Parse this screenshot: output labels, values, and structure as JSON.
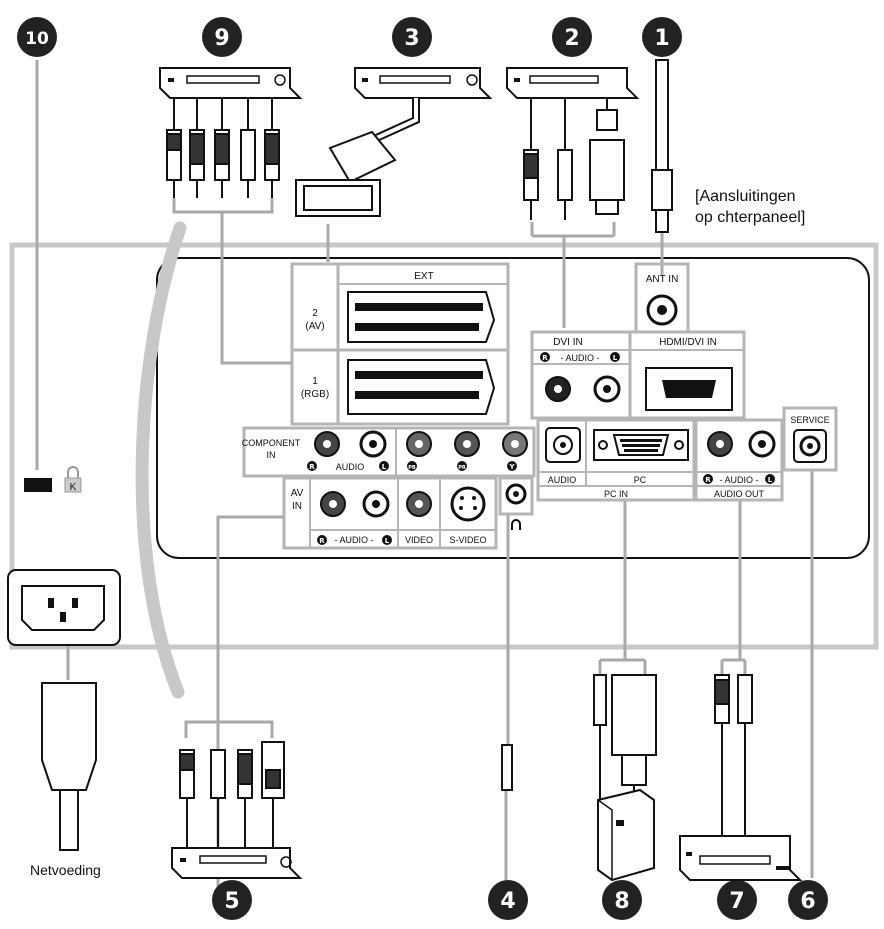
{
  "callouts": [
    "1",
    "2",
    "3",
    "4",
    "5",
    "6",
    "7",
    "8",
    "9",
    "10"
  ],
  "note": {
    "line1": "[Aansluitingen",
    "line2": "op chterpaneel]"
  },
  "power_label": "Netvoeding",
  "panel": {
    "ext": "EXT",
    "scart2": {
      "top": "2",
      "bottom": "(AV)"
    },
    "scart1": {
      "top": "1",
      "bottom": "(RGB)"
    },
    "ant_in": "ANT IN",
    "dvi_in": "DVI IN",
    "dvi_audio": "- AUDIO -",
    "hdmi_dvi_in": "HDMI/DVI IN",
    "component_in": {
      "line1": "COMPONENT",
      "line2": "IN"
    },
    "component_audio": "AUDIO",
    "component_jacks": [
      "PB",
      "PR",
      "Y"
    ],
    "av_in": {
      "line1": "AV",
      "line2": "IN"
    },
    "av_audio": "- AUDIO -",
    "video": "VIDEO",
    "s_video": "S-VIDEO",
    "pc_audio": "AUDIO",
    "pc": "PC",
    "pc_in": "PC IN",
    "audio_out_lr": "- AUDIO -",
    "audio_out": "AUDIO OUT",
    "service": "SERVICE",
    "lock_letter": "K"
  },
  "rl": {
    "r": "R",
    "l": "L"
  }
}
